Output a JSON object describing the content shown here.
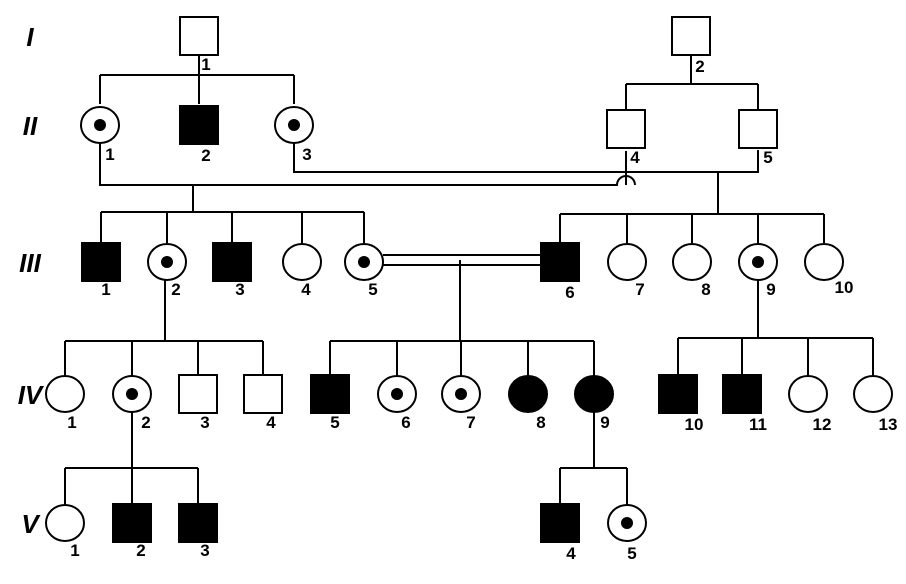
{
  "generations": [
    "I",
    "II",
    "III",
    "IV",
    "V"
  ],
  "individuals": {
    "I-1": {
      "label": "1",
      "sex": "male",
      "status": "unaffected"
    },
    "I-2": {
      "label": "2",
      "sex": "male",
      "status": "unaffected"
    },
    "II-1": {
      "label": "1",
      "sex": "female",
      "status": "carrier"
    },
    "II-2": {
      "label": "2",
      "sex": "male",
      "status": "affected"
    },
    "II-3": {
      "label": "3",
      "sex": "female",
      "status": "carrier"
    },
    "II-4": {
      "label": "4",
      "sex": "male",
      "status": "unaffected"
    },
    "II-5": {
      "label": "5",
      "sex": "male",
      "status": "unaffected"
    },
    "III-1": {
      "label": "1",
      "sex": "male",
      "status": "affected"
    },
    "III-2": {
      "label": "2",
      "sex": "female",
      "status": "carrier"
    },
    "III-3": {
      "label": "3",
      "sex": "male",
      "status": "affected"
    },
    "III-4": {
      "label": "4",
      "sex": "female",
      "status": "unaffected"
    },
    "III-5": {
      "label": "5",
      "sex": "female",
      "status": "carrier"
    },
    "III-6": {
      "label": "6",
      "sex": "male",
      "status": "affected"
    },
    "III-7": {
      "label": "7",
      "sex": "female",
      "status": "unaffected"
    },
    "III-8": {
      "label": "8",
      "sex": "female",
      "status": "unaffected"
    },
    "III-9": {
      "label": "9",
      "sex": "female",
      "status": "carrier"
    },
    "III-10": {
      "label": "10",
      "sex": "female",
      "status": "unaffected"
    },
    "IV-1": {
      "label": "1",
      "sex": "female",
      "status": "unaffected"
    },
    "IV-2": {
      "label": "2",
      "sex": "female",
      "status": "carrier"
    },
    "IV-3": {
      "label": "3",
      "sex": "male",
      "status": "unaffected"
    },
    "IV-4": {
      "label": "4",
      "sex": "male",
      "status": "unaffected"
    },
    "IV-5": {
      "label": "5",
      "sex": "male",
      "status": "affected"
    },
    "IV-6": {
      "label": "6",
      "sex": "female",
      "status": "carrier"
    },
    "IV-7": {
      "label": "7",
      "sex": "female",
      "status": "carrier"
    },
    "IV-8": {
      "label": "8",
      "sex": "female",
      "status": "affected"
    },
    "IV-9": {
      "label": "9",
      "sex": "female",
      "status": "affected"
    },
    "IV-10": {
      "label": "10",
      "sex": "male",
      "status": "affected"
    },
    "IV-11": {
      "label": "11",
      "sex": "male",
      "status": "affected"
    },
    "IV-12": {
      "label": "12",
      "sex": "female",
      "status": "unaffected"
    },
    "IV-13": {
      "label": "13",
      "sex": "female",
      "status": "unaffected"
    },
    "V-1": {
      "label": "1",
      "sex": "female",
      "status": "unaffected"
    },
    "V-2": {
      "label": "2",
      "sex": "male",
      "status": "affected"
    },
    "V-3": {
      "label": "3",
      "sex": "male",
      "status": "affected"
    },
    "V-4": {
      "label": "4",
      "sex": "male",
      "status": "affected"
    },
    "V-5": {
      "label": "5",
      "sex": "female",
      "status": "carrier"
    }
  },
  "colors": {
    "line": "#000000",
    "affected_fill": "#000000",
    "unaffected_fill": "#ffffff"
  }
}
